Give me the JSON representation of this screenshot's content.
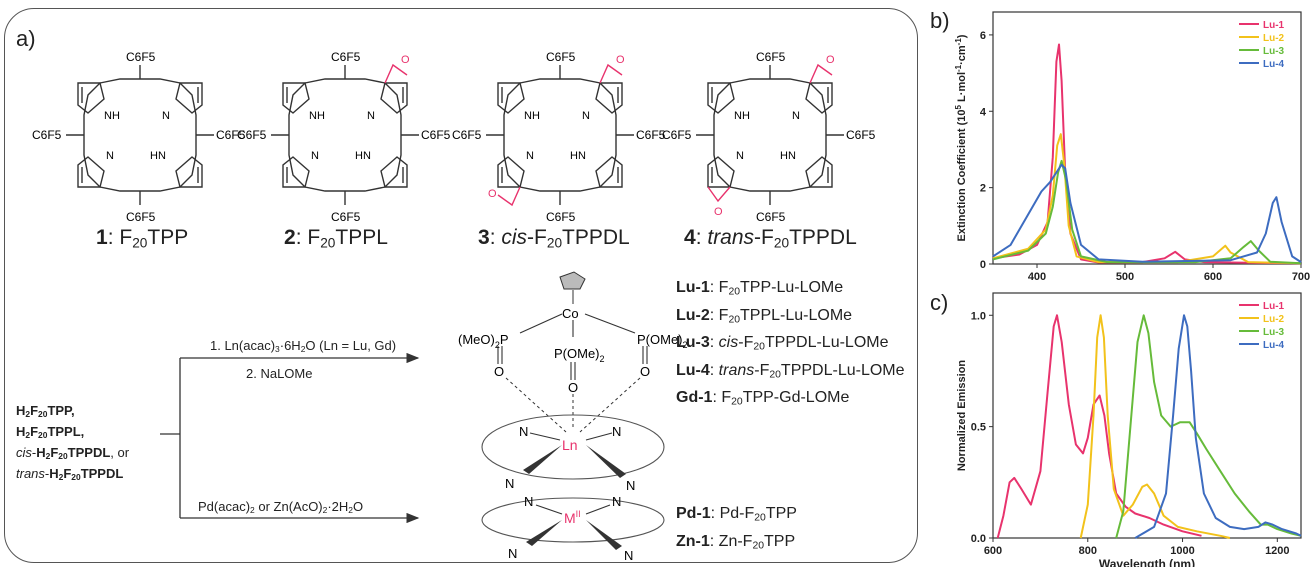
{
  "panel_labels": {
    "a": "a)",
    "b": "b)",
    "c": "c)"
  },
  "porphyrin": {
    "substituent": "C6F5",
    "nh": "NH",
    "hn": "HN",
    "n": "N",
    "o": "O"
  },
  "compounds": [
    {
      "number": "1",
      "sep": ": ",
      "prefix": "",
      "base": "F",
      "sub": "20",
      "suffix": "TPP"
    },
    {
      "number": "2",
      "sep": ": ",
      "prefix": "",
      "base": "F",
      "sub": "20",
      "suffix": "TPPL"
    },
    {
      "number": "3",
      "sep": ": ",
      "prefix": "cis",
      "base": "-F",
      "sub": "20",
      "suffix": "TPPDL"
    },
    {
      "number": "4",
      "sep": ": ",
      "prefix": "trans",
      "base": "-F",
      "sub": "20",
      "suffix": "TPPDL"
    }
  ],
  "starting_materials": {
    "l1_base": "H",
    "l1_s1": "2",
    "l1_mid": "F",
    "l1_s2": "20",
    "l1_end": "TPP,",
    "l2_base": "H",
    "l2_s1": "2",
    "l2_mid": "F",
    "l2_s2": "20",
    "l2_end": "TPPL,",
    "l3_pre": "cis",
    "l3_dash": "-",
    "l3_base": "H",
    "l3_s1": "2",
    "l3_mid": "F",
    "l3_s2": "20",
    "l3_end": "TPPDL",
    "l3_or": ", or",
    "l4_pre": "trans",
    "l4_dash": "-",
    "l4_base": "H",
    "l4_s1": "2",
    "l4_mid": "F",
    "l4_s2": "20",
    "l4_end": "TPPDL"
  },
  "reagents": {
    "step1_a": "1. Ln(acac)",
    "step1_sub": "3",
    "step1_b": "·6H",
    "step1_sub2": "2",
    "step1_c": "O (Ln = Lu, Gd)",
    "step2": "2. NaLOMe",
    "pd_a": "Pd(acac)",
    "pd_sub": "2",
    "pd_b": " or Zn(AcO)",
    "pd_sub2": "2",
    "pd_c": "·2H",
    "pd_sub3": "2",
    "pd_d": "O"
  },
  "complex": {
    "co": "Co",
    "mp_left": "(MeO)",
    "mp_left_sub": "2",
    "mp_left_end": "P",
    "mp_mid": "P(OMe)",
    "mp_mid_sub": "2",
    "mp_right": "P(OMe)",
    "mp_right_sub": "2",
    "o": "O",
    "ln": "Ln",
    "n": "N",
    "m": "M",
    "m_sup": "II"
  },
  "lu_list": [
    {
      "tag": "Lu-1",
      "sep": ": ",
      "pre": "",
      "a": "F",
      "s": "20",
      "b": "TPP-Lu-LOMe"
    },
    {
      "tag": "Lu-2",
      "sep": ": ",
      "pre": "",
      "a": "F",
      "s": "20",
      "b": "TPPL-Lu-LOMe"
    },
    {
      "tag": "Lu-3",
      "sep": ": ",
      "pre": "cis",
      "a": "-F",
      "s": "20",
      "b": "TPPDL-Lu-LOMe"
    },
    {
      "tag": "Lu-4",
      "sep": ": ",
      "pre": "trans",
      "a": "-F",
      "s": "20",
      "b": "TPPDL-Lu-LOMe"
    },
    {
      "tag": "Gd-1",
      "sep": ": ",
      "pre": "",
      "a": "F",
      "s": "20",
      "b": "TPP-Gd-LOMe"
    }
  ],
  "metal_list": [
    {
      "tag": "Pd-1",
      "sep": ": ",
      "a": "Pd-F",
      "s": "20",
      "b": "TPP"
    },
    {
      "tag": "Zn-1",
      "sep": ": ",
      "a": "Zn-F",
      "s": "20",
      "b": "TPP"
    }
  ],
  "colors": {
    "lu1": "#e8336d",
    "lu2": "#f2c21b",
    "lu3": "#66bb3a",
    "lu4": "#3d6cc0",
    "lactone": "#e8336d"
  },
  "chart_data": [
    {
      "type": "line",
      "xlabel": "Wavelength (nm)",
      "ylabel_a": "Extinction Coefficient (10",
      "ylabel_sup": "5",
      "ylabel_b": " L·mol",
      "ylabel_sup2": "-1",
      "ylabel_c": "·cm",
      "ylabel_sup3": "-1",
      "ylabel_d": ")",
      "xlim": [
        350,
        700
      ],
      "ylim": [
        0,
        6.6
      ],
      "xticks": [
        400,
        500,
        600,
        700
      ],
      "yticks": [
        0,
        2,
        4,
        6
      ],
      "legend": "top-right",
      "series": [
        {
          "name": "Lu-1",
          "color": "#e8336d",
          "x": [
            350,
            380,
            400,
            412,
            418,
            422,
            425,
            428,
            432,
            438,
            450,
            470,
            520,
            545,
            557,
            568,
            590,
            650,
            700
          ],
          "y": [
            0.15,
            0.25,
            0.5,
            1.1,
            2.8,
            5.3,
            5.75,
            4.8,
            2.4,
            0.8,
            0.12,
            0.04,
            0.05,
            0.15,
            0.32,
            0.12,
            0.05,
            0.03,
            0.02
          ]
        },
        {
          "name": "Lu-2",
          "color": "#f2c21b",
          "x": [
            350,
            390,
            410,
            418,
            423,
            427,
            431,
            436,
            445,
            470,
            560,
            600,
            610,
            614,
            620,
            640,
            700
          ],
          "y": [
            0.15,
            0.4,
            0.9,
            1.8,
            3.1,
            3.4,
            2.6,
            1.0,
            0.2,
            0.05,
            0.05,
            0.2,
            0.4,
            0.48,
            0.3,
            0.05,
            0.02
          ]
        },
        {
          "name": "Lu-3",
          "color": "#66bb3a",
          "x": [
            350,
            390,
            410,
            418,
            424,
            428,
            433,
            440,
            450,
            480,
            580,
            620,
            635,
            643,
            652,
            665,
            700
          ],
          "y": [
            0.12,
            0.35,
            0.8,
            1.5,
            2.4,
            2.7,
            2.2,
            0.9,
            0.2,
            0.05,
            0.05,
            0.15,
            0.45,
            0.6,
            0.35,
            0.06,
            0.02
          ]
        },
        {
          "name": "Lu-4",
          "color": "#3d6cc0",
          "x": [
            350,
            370,
            390,
            405,
            415,
            422,
            428,
            432,
            438,
            450,
            470,
            520,
            620,
            650,
            660,
            668,
            672,
            678,
            690,
            700
          ],
          "y": [
            0.2,
            0.5,
            1.3,
            1.9,
            2.15,
            2.4,
            2.6,
            2.5,
            1.6,
            0.5,
            0.12,
            0.06,
            0.1,
            0.3,
            0.8,
            1.6,
            1.75,
            1.1,
            0.2,
            0.05
          ]
        }
      ]
    },
    {
      "type": "line",
      "xlabel": "Wavelength (nm)",
      "ylabel": "Normalized Emission",
      "xlim": [
        600,
        1250
      ],
      "ylim": [
        0,
        1.1
      ],
      "xticks": [
        600,
        800,
        1000,
        1200
      ],
      "yticks": [
        0.0,
        0.5,
        1.0
      ],
      "ytick_labels": [
        "0.0",
        "0.5",
        "1.0"
      ],
      "legend": "top-right",
      "series": [
        {
          "name": "Lu-1",
          "color": "#e8336d",
          "x": [
            610,
            622,
            635,
            645,
            660,
            680,
            700,
            715,
            728,
            735,
            745,
            760,
            775,
            790,
            800,
            812,
            825,
            835,
            845,
            860,
            880,
            900,
            930,
            960,
            1000,
            1040
          ],
          "y": [
            0.0,
            0.1,
            0.25,
            0.27,
            0.22,
            0.15,
            0.3,
            0.65,
            0.95,
            1.0,
            0.88,
            0.6,
            0.42,
            0.38,
            0.45,
            0.6,
            0.64,
            0.55,
            0.38,
            0.2,
            0.14,
            0.11,
            0.09,
            0.06,
            0.03,
            0.01
          ]
        },
        {
          "name": "Lu-2",
          "color": "#f2c21b",
          "x": [
            785,
            800,
            812,
            820,
            827,
            834,
            842,
            855,
            875,
            895,
            915,
            925,
            940,
            960,
            990,
            1030,
            1080,
            1100
          ],
          "y": [
            0.0,
            0.15,
            0.55,
            0.9,
            1.0,
            0.9,
            0.55,
            0.22,
            0.1,
            0.15,
            0.23,
            0.24,
            0.2,
            0.1,
            0.05,
            0.03,
            0.01,
            0.0
          ]
        },
        {
          "name": "Lu-3",
          "color": "#66bb3a",
          "x": [
            860,
            875,
            890,
            905,
            918,
            928,
            940,
            955,
            975,
            995,
            1015,
            1030,
            1050,
            1080,
            1110,
            1140,
            1165,
            1180,
            1200,
            1230,
            1250
          ],
          "y": [
            0.0,
            0.12,
            0.5,
            0.88,
            1.0,
            0.92,
            0.7,
            0.55,
            0.5,
            0.52,
            0.52,
            0.47,
            0.4,
            0.3,
            0.2,
            0.12,
            0.06,
            0.06,
            0.04,
            0.02,
            0.01
          ]
        },
        {
          "name": "Lu-4",
          "color": "#3d6cc0",
          "x": [
            900,
            940,
            965,
            980,
            992,
            1003,
            1010,
            1018,
            1028,
            1045,
            1070,
            1100,
            1130,
            1160,
            1175,
            1190,
            1210,
            1240,
            1250
          ],
          "y": [
            0.0,
            0.05,
            0.2,
            0.55,
            0.85,
            1.0,
            0.95,
            0.75,
            0.45,
            0.2,
            0.09,
            0.05,
            0.04,
            0.05,
            0.07,
            0.06,
            0.04,
            0.02,
            0.01
          ]
        }
      ]
    }
  ]
}
